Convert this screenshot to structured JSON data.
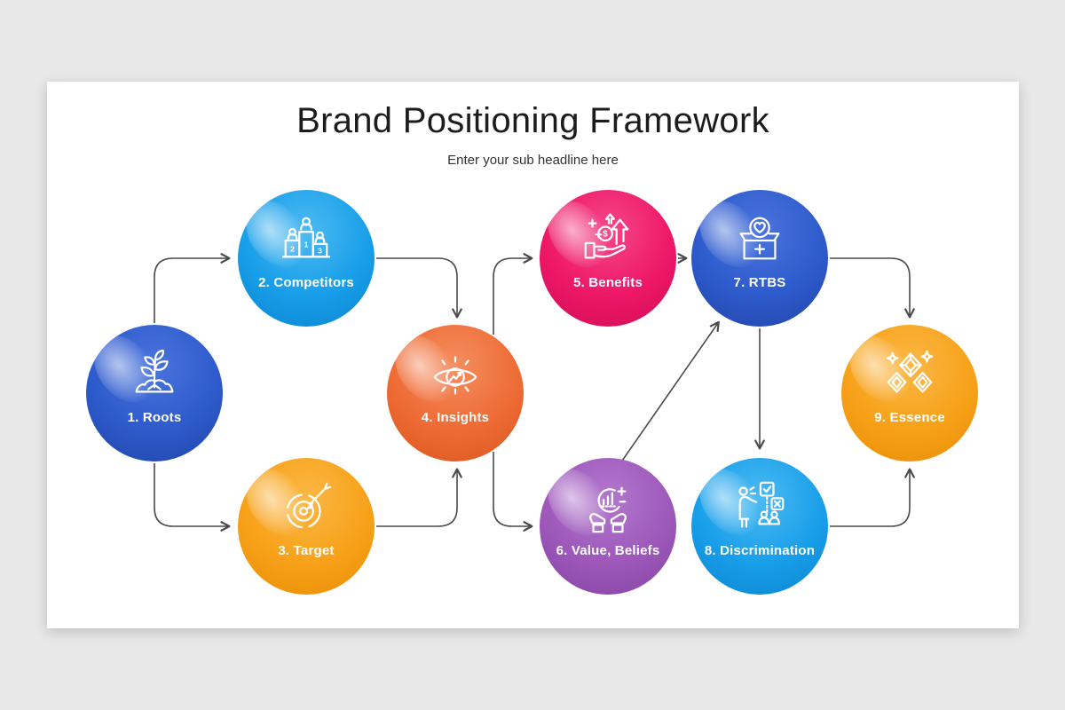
{
  "page": {
    "background_color": "#e8e8e8",
    "slide_color": "#ffffff",
    "connector_color": "#4a4a4a"
  },
  "header": {
    "title": "Brand Positioning Framework",
    "subtitle": "Enter your sub headline here"
  },
  "nodes": [
    {
      "id": 1,
      "label": "1. Roots",
      "icon": "plant-roots-icon",
      "color": "#2e5bcc"
    },
    {
      "id": 2,
      "label": "2. Competitors",
      "icon": "podium-icon",
      "color": "#189ee9",
      "podium_ranks": [
        "1",
        "2",
        "3"
      ]
    },
    {
      "id": 3,
      "label": "3. Target",
      "icon": "target-dart-icon",
      "color": "#f7a119"
    },
    {
      "id": 4,
      "label": "4. Insights",
      "icon": "eye-insight-icon",
      "color": "#ee6b35"
    },
    {
      "id": 5,
      "label": "5. Benefits",
      "icon": "hand-money-icon",
      "color": "#ee1768",
      "coin_symbol": "$"
    },
    {
      "id": 6,
      "label": "6. Value, Beliefs",
      "icon": "hands-values-icon",
      "color": "#9d58ba"
    },
    {
      "id": 7,
      "label": "7. RTBS",
      "icon": "donation-box-icon",
      "color": "#2e5bcc"
    },
    {
      "id": 8,
      "label": "8. Discrimination",
      "icon": "selection-people-icon",
      "color": "#189ee9"
    },
    {
      "id": 9,
      "label": "9. Essence",
      "icon": "diamonds-icon",
      "color": "#f7a119"
    }
  ],
  "connectors": [
    {
      "from": "1. Roots",
      "to": "2. Competitors"
    },
    {
      "from": "1. Roots",
      "to": "3. Target"
    },
    {
      "from": "2. Competitors",
      "to": "4. Insights"
    },
    {
      "from": "3. Target",
      "to": "4. Insights"
    },
    {
      "from": "4. Insights",
      "to": "5. Benefits"
    },
    {
      "from": "4. Insights",
      "to": "6. Value, Beliefs"
    },
    {
      "from": "5. Benefits",
      "to": "7. RTBS"
    },
    {
      "from": "6. Value, Beliefs",
      "to": "7. RTBS"
    },
    {
      "from": "7. RTBS",
      "to": "8. Discrimination"
    },
    {
      "from": "7. RTBS",
      "to": "9. Essence"
    },
    {
      "from": "8. Discrimination",
      "to": "9. Essence"
    }
  ]
}
